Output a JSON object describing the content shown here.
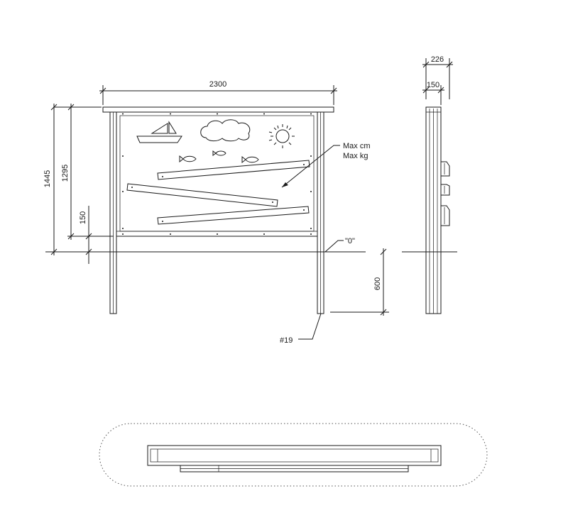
{
  "dimensions": {
    "overall_width": "2300",
    "total_height": "1445",
    "board_height": "1295",
    "bottom_clearance": "150",
    "embed_depth": "600",
    "side_depth": "226",
    "side_post": "150"
  },
  "labels": {
    "max_cm": "Max cm",
    "max_kg": "Max kg",
    "ground_zero": "\"0\"",
    "part_number": "#19"
  }
}
